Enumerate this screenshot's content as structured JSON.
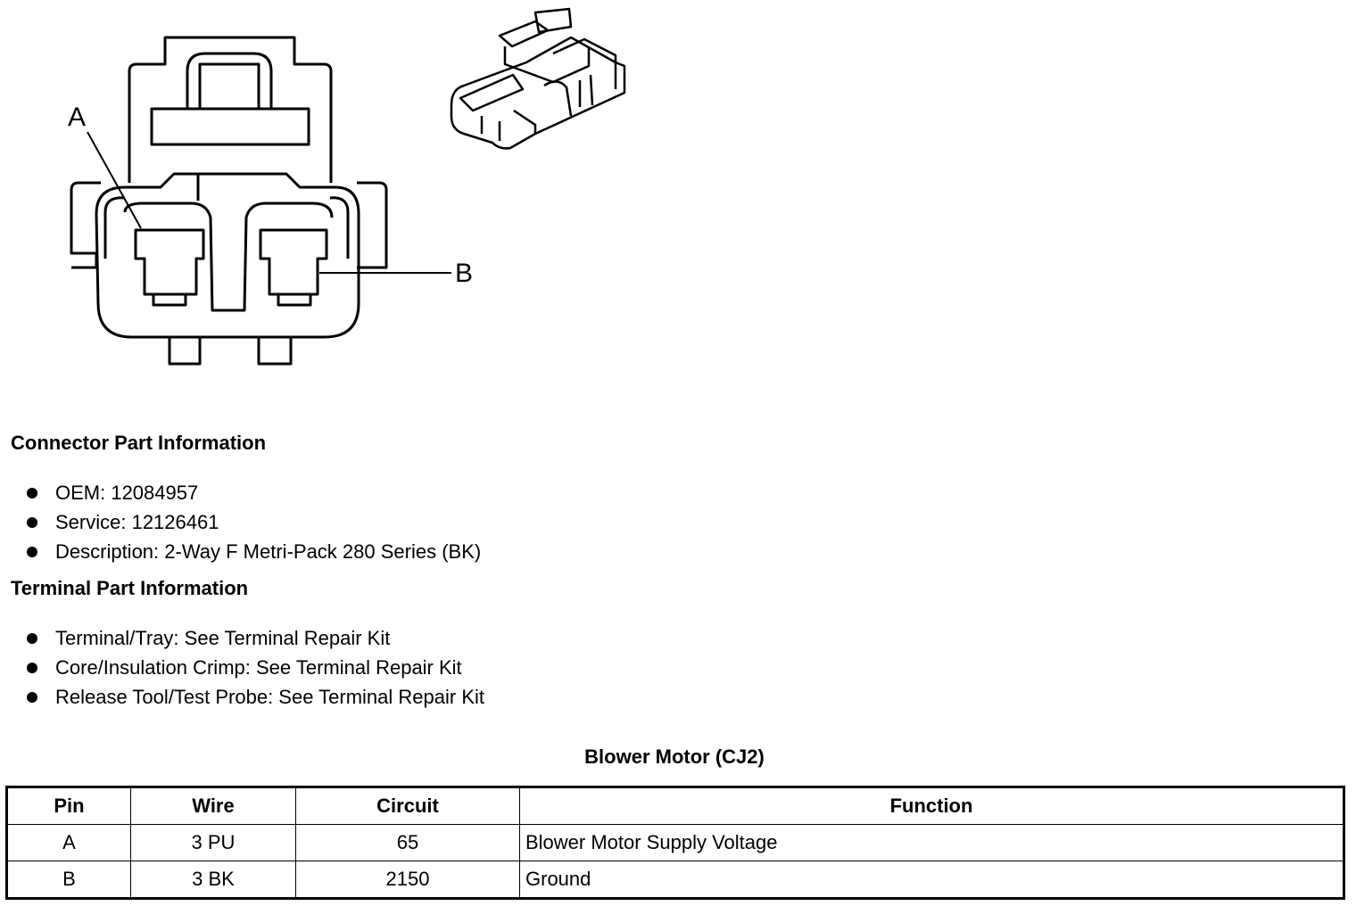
{
  "diagram": {
    "pin_labels": [
      "A",
      "B"
    ]
  },
  "connector_info": {
    "title": "Connector Part Information",
    "items": [
      "OEM: 12084957",
      "Service: 12126461",
      "Description: 2-Way F Metri-Pack 280 Series (BK)"
    ]
  },
  "terminal_info": {
    "title": "Terminal Part Information",
    "items": [
      "Terminal/Tray: See Terminal Repair Kit",
      "Core/Insulation Crimp: See Terminal Repair Kit",
      "Release Tool/Test Probe: See Terminal Repair Kit"
    ]
  },
  "pinout_table": {
    "title": "Blower Motor (CJ2)",
    "headers": [
      "Pin",
      "Wire",
      "Circuit",
      "Function"
    ],
    "rows": [
      [
        "A",
        "3 PU",
        "65",
        "Blower Motor Supply Voltage"
      ],
      [
        "B",
        "3 BK",
        "2150",
        "Ground"
      ]
    ]
  }
}
